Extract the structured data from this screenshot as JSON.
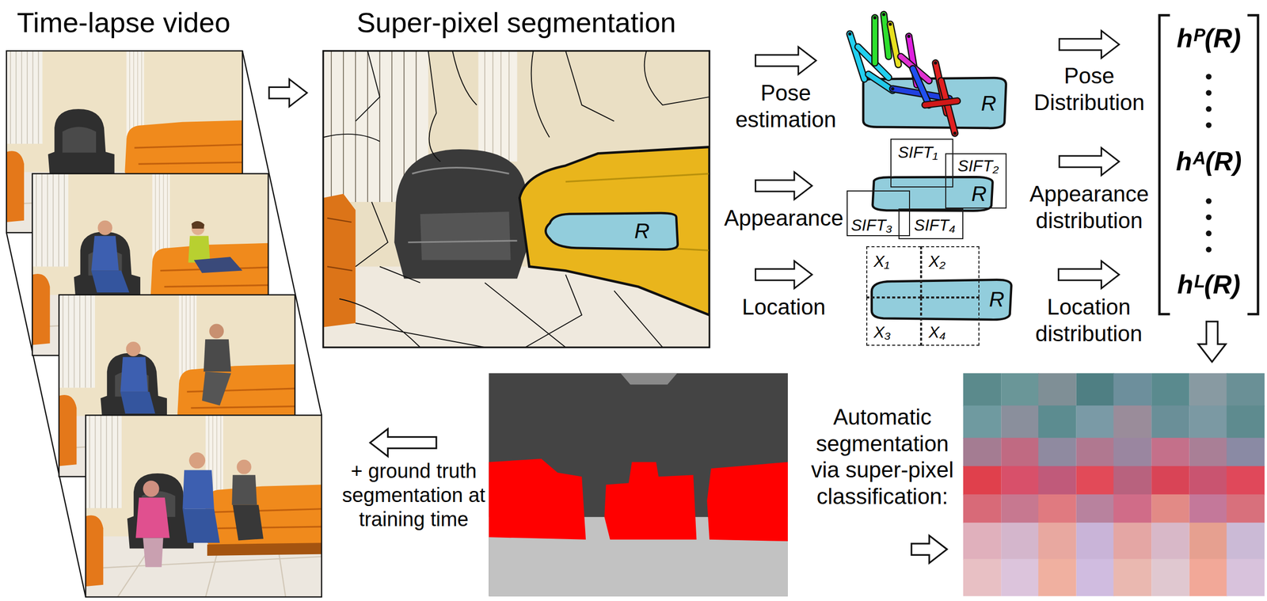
{
  "diagram": {
    "nodes": [
      {
        "text": [
          "Time-lapse video"
        ]
      },
      {
        "text": [
          "Super-pixel segmentation"
        ]
      },
      {
        "text": [
          "R"
        ],
        "in": 1
      },
      {
        "text": [
          "R"
        ]
      },
      {
        "text": [
          "R"
        ]
      },
      {
        "text": [
          "SIFT₁"
        ]
      },
      {
        "text": [
          "SIFT₂"
        ]
      },
      {
        "text": [
          "SIFT₃"
        ]
      },
      {
        "text": [
          "SIFT₄"
        ]
      },
      {
        "text": [
          "R"
        ]
      },
      {
        "text": [
          "X₁"
        ]
      },
      {
        "text": [
          "X₂"
        ]
      },
      {
        "text": [
          "X₃"
        ]
      },
      {
        "text": [
          "X₄"
        ]
      },
      {
        "text": [
          "hᴾ(R)",
          "hᴬ(R)",
          "hᴸ(R)"
        ]
      }
    ],
    "edges": [
      {
        "from": 0,
        "to": 1,
        "arrow": "to"
      },
      {
        "from": 1,
        "to": 3,
        "label": "Pose estimation",
        "arrow": "to"
      },
      {
        "from": 1,
        "to": 4,
        "label": "Appearance",
        "arrow": "to"
      },
      {
        "from": 1,
        "to": 9,
        "label": "Location",
        "arrow": "to"
      },
      {
        "from": 3,
        "to": 14,
        "label": "Pose Distribution",
        "arrow": "to"
      },
      {
        "from": 4,
        "to": 14,
        "label": "Appearance distribution",
        "arrow": "to"
      },
      {
        "from": 9,
        "to": 14,
        "label": "Location distribution",
        "arrow": "to"
      }
    ],
    "labels": [
      "+ ground truth segmentation at training time",
      "Automatic segmentation via super-pixel classification:"
    ]
  }
}
